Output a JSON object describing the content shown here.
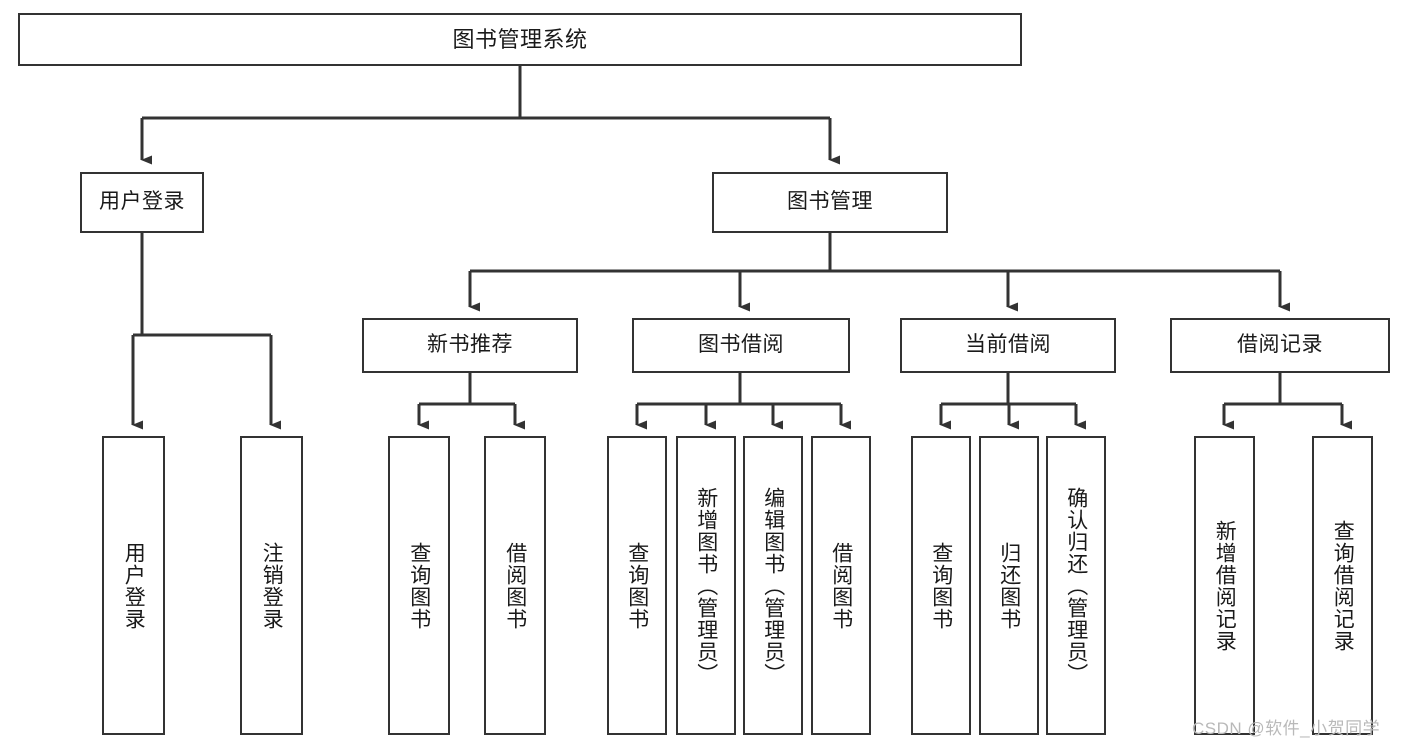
{
  "diagram": {
    "title": "图书管理系统",
    "type": "tree-hierarchy-chart",
    "root": {
      "label": "图书管理系统"
    },
    "level2": [
      {
        "label": "用户登录"
      },
      {
        "label": "图书管理"
      }
    ],
    "level3": [
      {
        "label": "新书推荐"
      },
      {
        "label": "图书借阅"
      },
      {
        "label": "当前借阅"
      },
      {
        "label": "借阅记录"
      }
    ],
    "leaves": {
      "user_login": [
        {
          "label": "用户登录"
        },
        {
          "label": "注销登录"
        }
      ],
      "new_book_recommend": [
        {
          "label": "查询图书"
        },
        {
          "label": "借阅图书"
        }
      ],
      "book_borrow": [
        {
          "label": "查询图书"
        },
        {
          "label": "新增图书（管理员）"
        },
        {
          "label": "编辑图书（管理员）"
        },
        {
          "label": "借阅图书"
        }
      ],
      "current_borrow": [
        {
          "label": "查询图书"
        },
        {
          "label": "归还图书"
        },
        {
          "label": "确认归还（管理员）"
        }
      ],
      "borrow_record": [
        {
          "label": "新增借阅记录"
        },
        {
          "label": "查询借阅记录"
        }
      ]
    }
  },
  "watermark": {
    "text": "CSDN @软件_小贺同学"
  },
  "colors": {
    "border": "#333333",
    "text": "#1a1a1a",
    "background": "#ffffff",
    "watermark": "#b9b9b9"
  }
}
